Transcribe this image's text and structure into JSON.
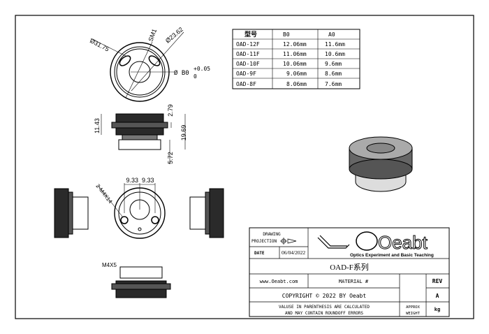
{
  "drawing": {
    "top_view": {
      "dia_outer": "Ø31.75",
      "thread": "SM1",
      "dia_inner": "Ø23.62",
      "bore": "Ø B0",
      "tol_upper": "+0.05",
      "tol_lower": "0"
    },
    "side_view": {
      "height_body": "11.43",
      "height_flange": "2.79",
      "height_total": "19.69",
      "height_base": "5.72"
    },
    "bottom_view": {
      "hole_spec": "2-M4X14",
      "spacing_left": "9.33",
      "spacing_right": "9.33"
    },
    "detail_view": {
      "screw": "M4X5"
    }
  },
  "spec_table": {
    "headers": [
      "型号",
      "B0",
      "A0"
    ],
    "rows": [
      [
        "OAD-12F",
        "12.06mm",
        "11.6mm"
      ],
      [
        "OAD-11F",
        "11.06mm",
        "10.6mm"
      ],
      [
        "OAD-10F",
        "10.06mm",
        "9.6mm"
      ],
      [
        "OAD-9F",
        "9.06mm",
        "8.6mm"
      ],
      [
        "OAD-8F",
        "8.06mm",
        "7.6mm"
      ]
    ]
  },
  "title_block": {
    "drawing_label": "DRAWING",
    "projection_label": "PROJECTION",
    "date_label": "DATE",
    "date": "06/04/2022",
    "logo_text": "Oeabt",
    "logo_tagline": "Optics Experiment and Basic Teaching",
    "title": "OAD-F系列",
    "website": "www.Oeabt.com",
    "material_label": "MATERIAL #",
    "rev_label": "REV",
    "copyright": "COPYRIGHT © 2022 BY Oeabt",
    "rev": "A",
    "note_line1": "VALUSE IN PARENTHESIS ARE CALCULATED",
    "note_line2": "AND MAY CONTAIN ROUNDOFF ERRORS",
    "weight_label1": "APPROX",
    "weight_label2": "WEIGHT",
    "weight_unit": "kg"
  }
}
